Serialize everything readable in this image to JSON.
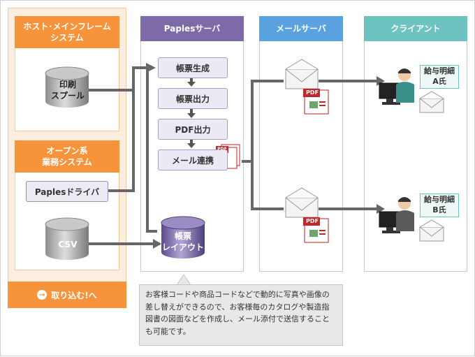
{
  "columns": {
    "host": "ホスト･メインフレーム\nシステム",
    "open": "オープン系\n業務システム",
    "paples": "Paplesサーバ",
    "mail": "メールサーバ",
    "client": "クライアント"
  },
  "items": {
    "spool": "印刷\nスプール",
    "driver": "Paplesドライバ",
    "csv": "CSV",
    "layout": "帳票\nレイアウト"
  },
  "steps": [
    "帳票生成",
    "帳票出力",
    "PDF出力",
    "メール連携"
  ],
  "pdf_label": "PDF",
  "tags": [
    "給与明細\nA氏",
    "給与明細\nB氏"
  ],
  "footer": "取り込む!へ",
  "note": "お客様コードや商品コードなどで動的に写真や画像の差し替えができるので、お客様毎のカタログや製造指図書の図面などを作成し、メール添付で送信することも可能です。",
  "colors": {
    "orange": "#f7933b",
    "purple": "#7d6aa8",
    "blue": "#5aa3e0",
    "teal": "#6cc3bf",
    "arrow": "#666666"
  }
}
